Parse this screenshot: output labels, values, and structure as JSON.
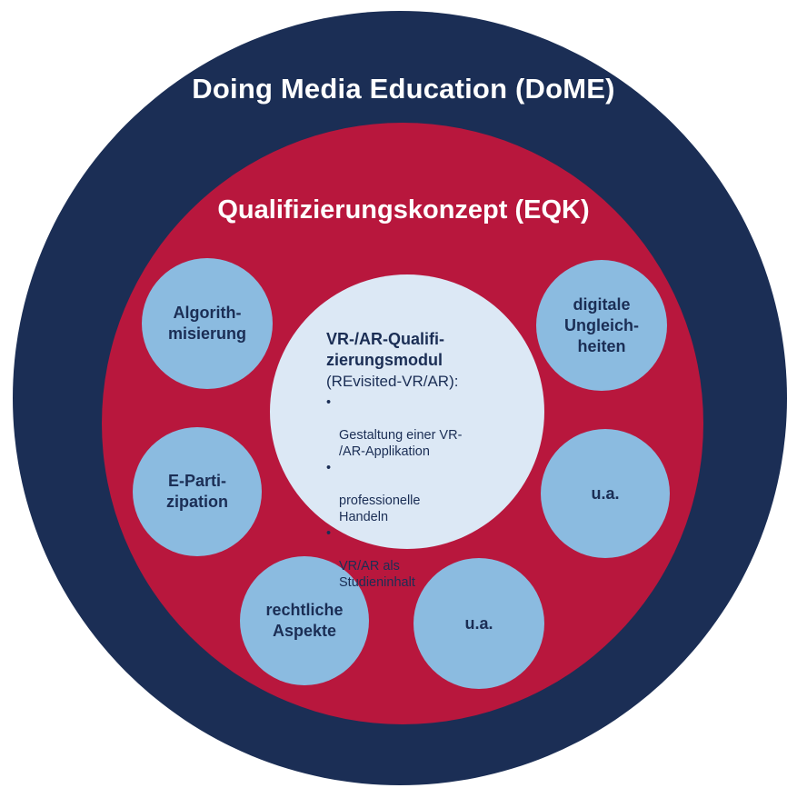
{
  "outer": {
    "title": "Doing Media Education (DoME)",
    "color": "#1b2e55"
  },
  "middle": {
    "title": "Qualifizierungskonzept (EQK)",
    "color": "#b8173d"
  },
  "center": {
    "title": "VR-/AR-Qualifi-\nzierungsmodul",
    "subtitle": "(REvisited-VR/AR):",
    "items": [
      "Gestaltung einer VR-\n/AR-Applikation",
      "professionelle\nHandeln",
      "VR/AR als\nStudieninhalt"
    ],
    "color": "#dce8f5"
  },
  "topics": [
    "Algorith-\nmisierung",
    "digitale\nUngleich-\nheiten",
    "E-Parti-\nzipation",
    "u.a.",
    "rechtliche\nAspekte",
    "u.a."
  ],
  "topic_color": "#8bbbe0",
  "bullet_symbol": "•"
}
